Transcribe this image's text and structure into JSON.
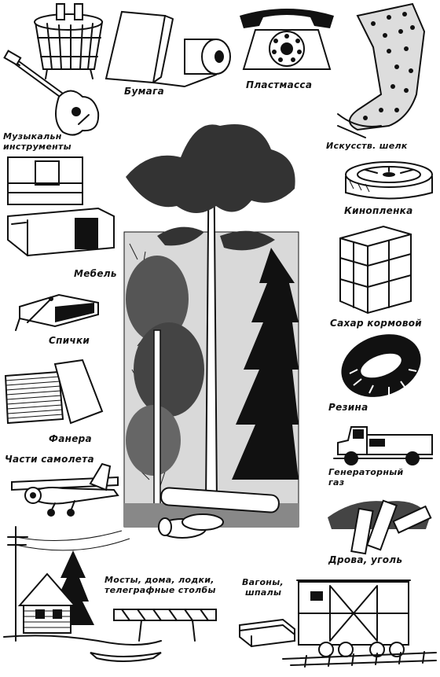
{
  "labels": {
    "paper": "Бумага",
    "plastic": "Пластмасса",
    "music_line1": "Музыкальн",
    "music_line2": "инструменты",
    "silk": "Искусств. шелк",
    "film": "Кинопленка",
    "furniture": "Мебель",
    "sugar": "Сахар кормовой",
    "matches": "Спички",
    "rubber": "Резина",
    "plywood": "Фанера",
    "gas_line1": "Генераторный",
    "gas_line2": "газ",
    "plane": "Части самолета",
    "fuel": "Дрова, уголь",
    "bridges_line1": "Мосты, дома, лодки,",
    "bridges_line2": "телеграфные столбы",
    "wagons_line1": "Вагоны,",
    "wagons_line2": "шпалы"
  }
}
